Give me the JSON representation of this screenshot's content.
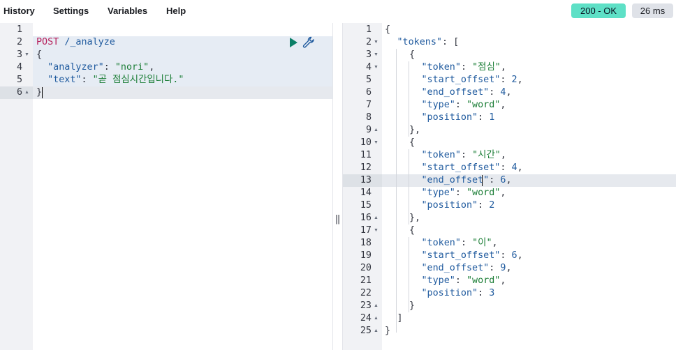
{
  "menu": {
    "history": "History",
    "settings": "Settings",
    "variables": "Variables",
    "help": "Help"
  },
  "status": {
    "code": "200 - OK",
    "time": "26 ms"
  },
  "colors": {
    "status_badge": "#5ee0c6",
    "time_badge": "#dfe2e8",
    "play": "#0b7f67",
    "wrench": "#1f5a9e"
  },
  "request": {
    "line_numbers": [
      "1",
      "2",
      "3",
      "4",
      "5",
      "6"
    ],
    "method": "POST",
    "path": "/_analyze",
    "analyzer_key": "\"analyzer\"",
    "analyzer_value": "\"nori\"",
    "text_key": "\"text\"",
    "text_value": "\"곧 점심시간입니다.\""
  },
  "response": {
    "line_numbers": [
      "1",
      "2",
      "3",
      "4",
      "5",
      "6",
      "7",
      "8",
      "9",
      "10",
      "11",
      "12",
      "13",
      "14",
      "15",
      "16",
      "17",
      "18",
      "19",
      "20",
      "21",
      "22",
      "23",
      "24",
      "25"
    ],
    "tokens_key": "\"tokens\"",
    "token_key": "\"token\"",
    "start_key": "\"start_offset\"",
    "end_key": "\"end_offset\"",
    "type_key": "\"type\"",
    "position_key": "\"position\"",
    "items": [
      {
        "token": "\"점심\"",
        "start": "2",
        "end": "4",
        "type": "\"word\"",
        "position": "1"
      },
      {
        "token": "\"시간\"",
        "start": "4",
        "end": "6",
        "type": "\"word\"",
        "position": "2"
      },
      {
        "token": "\"이\"",
        "start": "6",
        "end": "9",
        "type": "\"word\"",
        "position": "3"
      }
    ]
  },
  "icons": {
    "play": "play-icon",
    "wrench": "wrench-icon",
    "resize": "resize-handle-icon"
  }
}
